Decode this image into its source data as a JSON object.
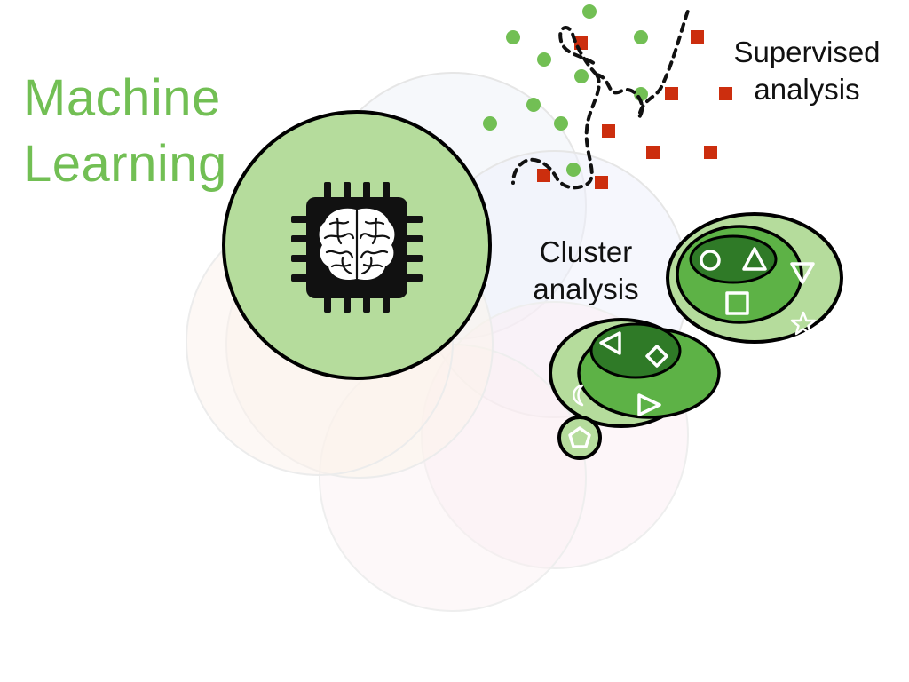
{
  "title": {
    "line1": "Machine",
    "line2": "Learning"
  },
  "labels": {
    "supervised_line1": "Supervised",
    "supervised_line2": "analysis",
    "cluster_line1": "Cluster",
    "cluster_line2": "analysis"
  },
  "icons": {
    "center": "chip-brain-icon",
    "supervised_points": [
      "green-circle-point",
      "red-square-point"
    ],
    "cluster_members": [
      "circle",
      "triangle-up",
      "triangle-down",
      "square",
      "star",
      "triangle-left",
      "diamond",
      "moon",
      "triangle-right",
      "pentagon"
    ]
  },
  "colors": {
    "title_green": "#72bf54",
    "central_circle_fill": "#b5dc9c",
    "cluster_light": "#b5dc9c",
    "cluster_mid": "#5db246",
    "cluster_dark": "#2f7a27",
    "supervised_point_green": "#72bf54",
    "supervised_point_red": "#cc2e0e",
    "boundary": "#111111"
  }
}
